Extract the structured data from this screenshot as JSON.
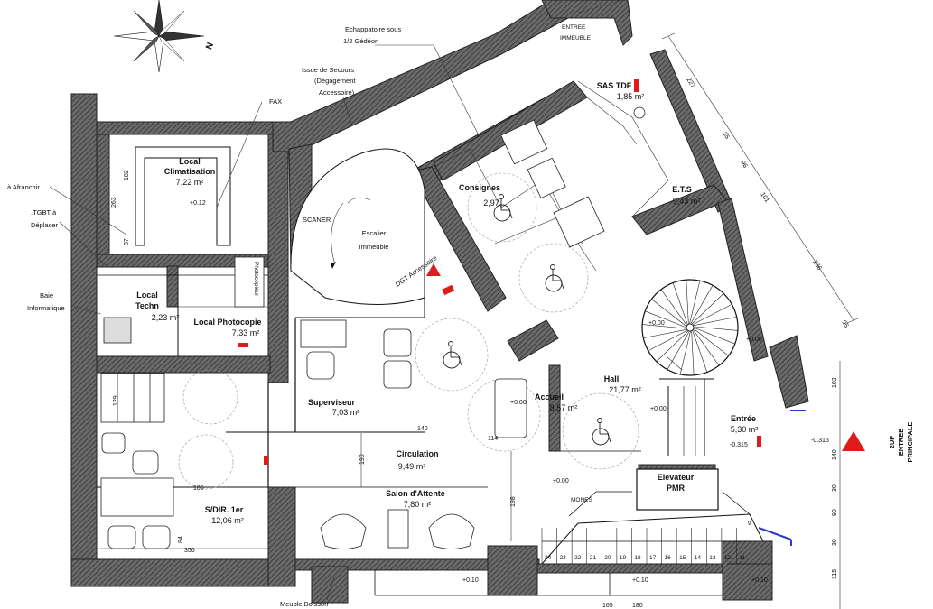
{
  "colors": {
    "wall_hatch": "#5a5a5a",
    "exit_marker": "#e01b1b",
    "door_accent": "#2b3cc9",
    "line": "#111111"
  },
  "compass": {
    "north": "N"
  },
  "rooms": {
    "climatisation": {
      "name1": "Local",
      "name2": "Climatisation",
      "area": "7,22 m²"
    },
    "techn": {
      "name1": "Local",
      "name2": "Techn",
      "area": "2,23 m²"
    },
    "photocopie": {
      "name": "Local Photocopie",
      "area": "7,33 m²"
    },
    "superviseur": {
      "name": "Superviseur",
      "area": "7,03 m²"
    },
    "circulation": {
      "name": "Circulation",
      "area": "9,49 m²"
    },
    "salon": {
      "name": "Salon d'Attente",
      "area": "7,80 m²"
    },
    "sdir": {
      "name": "S/DIR. 1er",
      "area": "12,06 m²"
    },
    "accueil": {
      "name": "Accueil",
      "area": "8,57 m²"
    },
    "hall": {
      "name": "Hall",
      "area": "21,77 m²"
    },
    "entree": {
      "name": "Entrée",
      "area": "5,30 m²"
    },
    "elevateur": {
      "name1": "Elevateur",
      "name2": "PMR"
    },
    "consignes": {
      "name": "Consignes",
      "area": "2,97"
    },
    "ets": {
      "name": "E.T.S",
      "area": "9,43 m²"
    },
    "sas": {
      "name": "SAS TDF",
      "area": "1,85 m²"
    },
    "escalier": {
      "name1": "Escalier",
      "name2": "Immeuble"
    }
  },
  "annotations": {
    "fax": "FAX",
    "afranchir": "à Afranchir",
    "tgbt1": ".TGBT à",
    "tgbt2": "Déplacer",
    "baie1": "Baie",
    "baie2": "Informatique",
    "echap1": "Echappatoire sous",
    "echap2": "1/2 Gédéon",
    "issue1": "Issue de Secours",
    "issue2": "(Dégagement",
    "issue3": "Accessoire)",
    "scaner": "SCANER",
    "dgt": "DGT Accessoire",
    "entree_immeuble1": "ENTREE",
    "entree_immeuble2": "IMMEUBLE",
    "entree_principale1": "ENTREE",
    "entree_principale2": "PRINCIPALE",
    "up": "2UP",
    "photocopieur": "Photocopieur",
    "meuble": "Meuble Boisson",
    "mones": "MONES"
  },
  "levels": {
    "l1": "+0.12",
    "l2": "+0.00",
    "l3": "+0.00",
    "l4": "+0.00",
    "l5": "+0.00",
    "l6": "+0.00",
    "l7": "-0.315",
    "l8": "-0.315",
    "l9": "+0.10",
    "l10": "+0.10",
    "l11": "+0.10"
  },
  "dimensions": {
    "d182": "182",
    "d263": "263",
    "d87": "87",
    "d129": "129",
    "d105": "105",
    "d84": "84",
    "d356": "356",
    "d140": "140",
    "d190": "190",
    "d198": "198",
    "d114": "114",
    "d227": "227",
    "d35": "35",
    "d96": "96",
    "d101": "101",
    "d236": "236",
    "d95": "95",
    "d102": "102",
    "d140b": "140",
    "d90": "90",
    "d30": "30",
    "d30b": "30",
    "d115": "115",
    "d165": "165",
    "d180": "180"
  },
  "stairs": {
    "treads": [
      "24",
      "23",
      "22",
      "21",
      "20",
      "19",
      "18",
      "17",
      "16",
      "15",
      "14",
      "13",
      "12",
      "11"
    ],
    "mid": "9"
  }
}
